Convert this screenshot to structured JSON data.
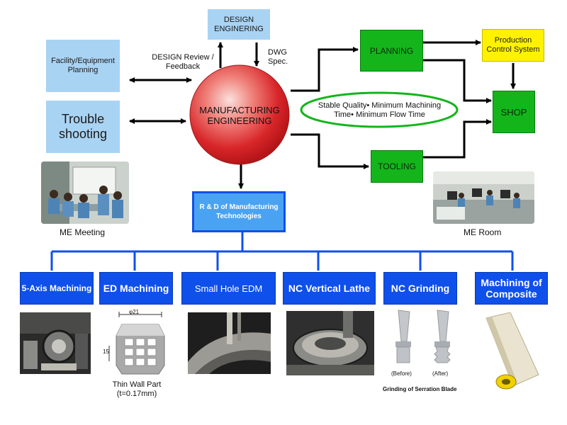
{
  "nodes": {
    "design_engineering": "DESIGN\nENGINERING",
    "facility_planning": "Facility/Equipment\nPlanning",
    "trouble_shooting": "Trouble\nshooting",
    "manufacturing_engineering": "MANUFACTURING\nENGINEERING",
    "planning": "PLANNING",
    "production_control": "Production\nControl System",
    "shop": "SHOP",
    "tooling": "TOOLING",
    "rd": "R & D of  Manufacturing\nTechnologies",
    "stable_quality": "Stable Quality• Minimum Machining\nTime• Minimum Flow Time"
  },
  "edge_labels": {
    "design_review": "DESIGN Review /\nFeedback",
    "dwg_spec": "DWG\nSpec."
  },
  "photos": {
    "me_meeting": "ME Meeting",
    "me_room": "ME Room"
  },
  "technologies": [
    {
      "label": "5-Axis Machining"
    },
    {
      "label": "ED Machining"
    },
    {
      "label": "Small Hole EDM"
    },
    {
      "label": "NC Vertical Lathe"
    },
    {
      "label": "NC Grinding"
    },
    {
      "label": "Machining of\nComposite"
    }
  ],
  "captions": {
    "thin_wall": "Thin Wall Part\n(t=0.17mm)",
    "dim_top": "φ21",
    "dim_side": "15",
    "before": "(Before)",
    "after": "(After)",
    "serration": "Grinding of Serration Blade"
  },
  "colors": {
    "light_blue": "#a9d3f3",
    "green": "#13b51b",
    "yellow": "#fff200",
    "tech_blue": "#0f50ea",
    "circle_red": "#d8262a"
  }
}
